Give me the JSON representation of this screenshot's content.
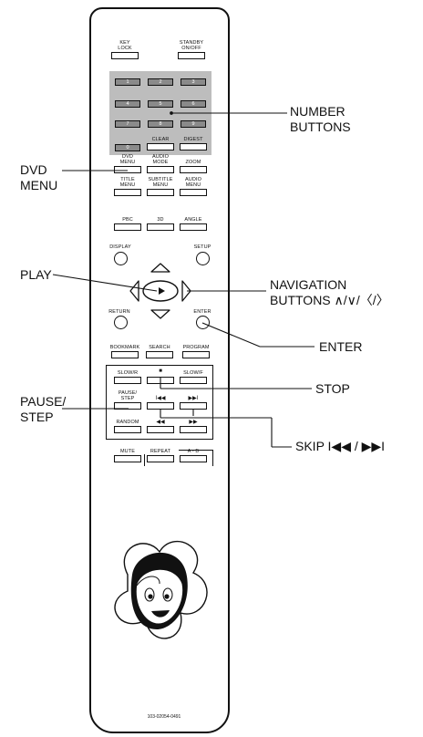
{
  "remote": {
    "top_buttons": {
      "key_lock": "KEY\nLOCK",
      "standby": "STANDBY\nON/OFF"
    },
    "number_buttons": [
      "1",
      "2",
      "3",
      "4",
      "5",
      "6",
      "7",
      "8",
      "9",
      "0"
    ],
    "row_clear": {
      "clear": "CLEAR",
      "digest": "DIGEST"
    },
    "row_menu": {
      "dvd_menu": "DVD\nMENU",
      "audio_mode": "AUDIO\nMODE",
      "zoom": "ZOOM"
    },
    "row_title": {
      "title_menu": "TITLE\nMENU",
      "subtitle_menu": "SUBTITLE\nMENU",
      "audio_menu": "AUDIO\nMENU"
    },
    "row_pbc": {
      "pbc": "PBC",
      "three_d": "3D",
      "angle": "ANGLE"
    },
    "display": "DISPLAY",
    "setup": "SETUP",
    "return": "RETURN",
    "enter": "ENTER",
    "row_bookmark": {
      "bookmark": "BOOKMARK",
      "search": "SEARCH",
      "program": "PROGRAM"
    },
    "row_slow": {
      "slow_r": "SLOW/R",
      "stop_symbol": "■",
      "slow_f": "SLOW/F"
    },
    "row_pause": {
      "pause_step": "PAUSE/\nSTEP",
      "skip_back": "I◀◀",
      "skip_fwd": "▶▶I"
    },
    "row_random": {
      "random": "RANDOM",
      "rewind": "◀◀",
      "forward": "▶▶"
    },
    "row_mute": {
      "mute": "MUTE",
      "repeat": "REPEAT",
      "a_b": "A - B"
    },
    "model_number": "103-02054-0491"
  },
  "callouts": {
    "number_buttons": "NUMBER\nBUTTONS",
    "dvd_menu": "DVD\nMENU",
    "play": "PLAY",
    "navigation": "NAVIGATION\nBUTTONS ∧/∨/〈/〉",
    "enter": "ENTER",
    "stop": "STOP",
    "pause_step": "PAUSE/\nSTEP",
    "skip": "SKIP I◀◀ / ▶▶I"
  }
}
